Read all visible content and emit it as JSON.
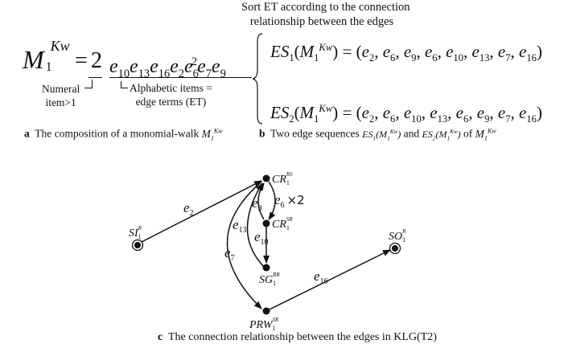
{
  "panel_b_header": [
    "Sort ET according to the connection",
    "relationship between the edges"
  ],
  "monomial": {
    "symbol": "M",
    "sub": "1",
    "sup": "Kw",
    "equals": "=",
    "numeral": "2",
    "terms": [
      {
        "base": "e",
        "sub": "10",
        "sup": ""
      },
      {
        "base": "e",
        "sub": "13",
        "sup": ""
      },
      {
        "base": "e",
        "sub": "16",
        "sup": ""
      },
      {
        "base": "e",
        "sub": "2",
        "sup": ""
      },
      {
        "base": "e",
        "sub": "6",
        "sup": "2"
      },
      {
        "base": "e",
        "sub": "7",
        "sup": ""
      },
      {
        "base": "e",
        "sub": "9",
        "sup": ""
      }
    ]
  },
  "annotations": {
    "numeral_line1": "Numeral",
    "numeral_line2": "item>1",
    "alpha_line1": "Alphabetic items =",
    "alpha_line2": "edge terms (ET)"
  },
  "sequences": [
    {
      "name": "ES",
      "index": "1",
      "subs": [
        "2",
        "6",
        "9",
        "6",
        "10",
        "13",
        "7",
        "16"
      ]
    },
    {
      "name": "ES",
      "index": "2",
      "subs": [
        "2",
        "6",
        "10",
        "13",
        "6",
        "9",
        "7",
        "16"
      ]
    }
  ],
  "captions": {
    "a_letter": "a",
    "a_text": "The composition of a monomial-walk ",
    "b_letter": "b",
    "b_text1": "Two edge sequences ",
    "b_and": " and ",
    "b_of": " of ",
    "c_letter": "c",
    "c_text": "The connection relationship between the edges in KLG(T2)"
  },
  "graph": {
    "nodes": {
      "cr_rs": {
        "base": "CR",
        "sub": "1",
        "sup": "RS"
      },
      "cr_sr": {
        "base": "CR",
        "sub": "1",
        "sup": "SR"
      },
      "sg_rr": {
        "base": "SG",
        "sub": "1",
        "sup": "RR"
      },
      "si_r": {
        "base": "SI",
        "sub": "1",
        "sup": "R"
      },
      "so_r": {
        "base": "SO",
        "sub": "1",
        "sup": "R"
      },
      "prw_sr": {
        "base": "PRW",
        "sub": "1",
        "sup": "SR"
      }
    },
    "edges": {
      "e2": "2",
      "e6": "6",
      "e6_mult": "×2",
      "e9": "9",
      "e10": "10",
      "e13": "13",
      "e7": "7",
      "e16": "16"
    }
  }
}
